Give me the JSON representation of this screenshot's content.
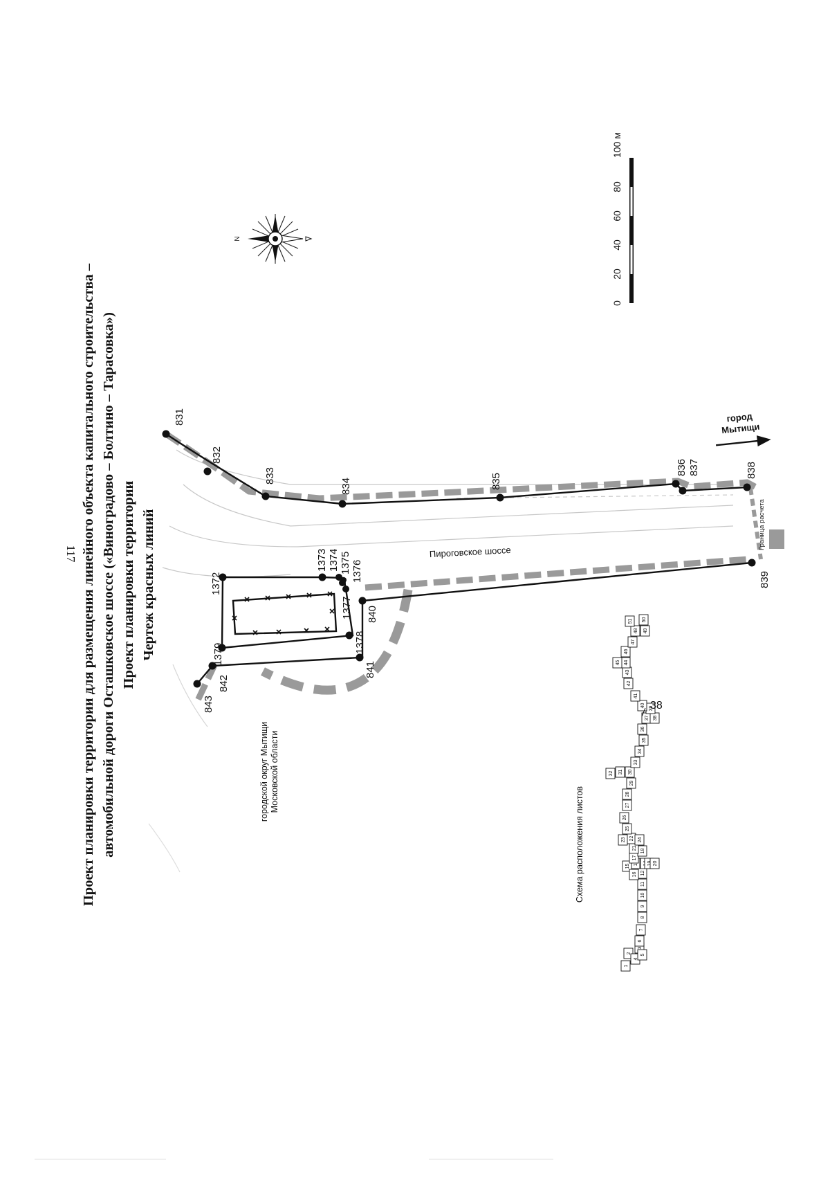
{
  "page_number": "117",
  "title": {
    "line1": "Проект планировки территории для размещения линейного объекта капитального строительства –",
    "line2": "автомобильной дороги Осташковское шоссе («Виноградово – Болтино – Тарасовка»)",
    "line3": "Проект планировки территории",
    "line4": "Чертеж красных линий"
  },
  "map": {
    "compass_north": "N",
    "road_label": "Пироговское шоссе",
    "district_label_line1": "городской округ Мытищи",
    "district_label_line2": "Московской области",
    "city_direction_line1": "город",
    "city_direction_line2": "Мытищи",
    "calc_boundary_label": "Граница расчета",
    "points": [
      "831",
      "832",
      "833",
      "834",
      "835",
      "836",
      "837",
      "838",
      "839",
      "840",
      "841",
      "842",
      "843",
      "1372",
      "1373",
      "1374",
      "1375",
      "1376",
      "1377",
      "1378",
      "1379"
    ]
  },
  "scale_bar": {
    "ticks": [
      "0",
      "20",
      "40",
      "60",
      "80",
      "100 м"
    ]
  },
  "sheet_layout": {
    "title": "Схема расположения листов",
    "current_sheet": "38",
    "sheets": [
      "1",
      "2",
      "3",
      "4",
      "5",
      "6",
      "7",
      "8",
      "9",
      "10",
      "11",
      "12",
      "13",
      "14",
      "15",
      "16",
      "17",
      "18",
      "19",
      "20",
      "21",
      "22",
      "23",
      "24",
      "25",
      "26",
      "27",
      "28",
      "29",
      "30",
      "31",
      "32",
      "33",
      "34",
      "35",
      "36",
      "37",
      "38",
      "39",
      "40",
      "41",
      "42",
      "43",
      "44",
      "45",
      "46",
      "47",
      "48",
      "49",
      "50",
      "51"
    ]
  },
  "colors": {
    "red_line": "#111111",
    "boundary_dash": "#9a9a9a",
    "road_edge": "#c8c8c8"
  }
}
